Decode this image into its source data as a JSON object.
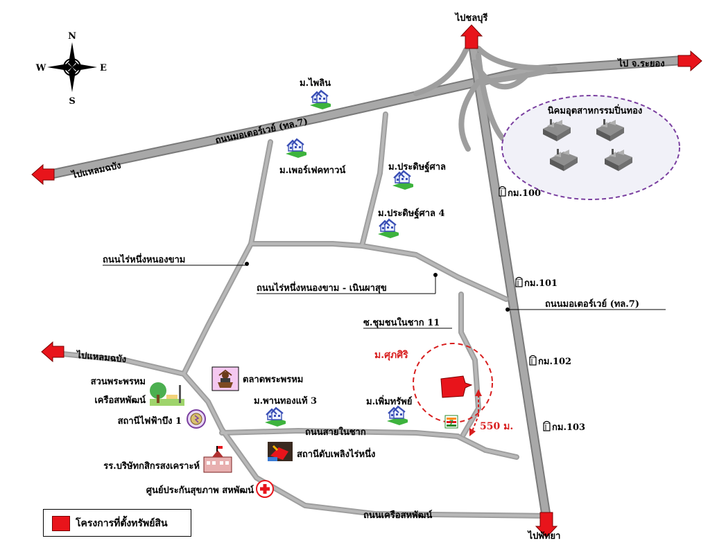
{
  "compass": {
    "n": "N",
    "s": "S",
    "e": "E",
    "w": "W"
  },
  "destinations": {
    "chonburi": "ไปชลบุรี",
    "rayong": "ไป จ.ระยอง",
    "laem_chabang_top": "ไปแหลมฉบัง",
    "laem_chabang_mid": "ไปแหลมฉบัง",
    "pattaya": "ไปพัทยา"
  },
  "roads": {
    "motorway_upper": "ถนนมอเตอร์เวย์ (ทล.7)",
    "motorway_right": "ถนนมอเตอร์เวย์ (ทล.7)",
    "rai_nueng_nong_kham": "ถนนไร่หนึ่งหนองขาม",
    "rai_nueng_noen_pha_suk": "ถนนไร่หนึ่งหนองขาม - เนินผาสุข",
    "soi_chumchon_nai_chak": "ซ.ชุมชนในชาก 11",
    "sai_nai_chak": "ถนนสายในชาก",
    "khruea_sahaphat": "ถนนเครือสหพัฒน์"
  },
  "km_markers": [
    "กม.100",
    "กม.101",
    "กม.102",
    "กม.103"
  ],
  "villages": {
    "phailin": "ม.ไพลิน",
    "perfect_town": "ม.เพอร์เฟคทาวน์",
    "pradit_sala": "ม.ประดิษฐ์ศาล",
    "pradit_sala_4": "ม.ประดิษฐ์ศาล 4",
    "phan_thong_thae_3": "ม.พานทองแท้ 3",
    "phoem_sap": "ม.เพิ่มทรัพย์",
    "suphasiri": "ม.ศุภศิริ"
  },
  "industrial_estate": "นิคมอุตสาหกรรมปิ่นทอง",
  "landmarks": {
    "market": "ตลาดพระพรหม",
    "park_line1": "สวนพระพรหม",
    "park_line2": "เครือสหพัฒน์",
    "substation": "สถานีไฟฟ้าบึง 1",
    "school": "รร.บริษัทกสิกรสงเคราะห์",
    "fire_station": "สถานีดับเพลิงไร่หนึ่ง",
    "health_center": "ศูนย์ประกันสุขภาพ สหพัฒน์"
  },
  "distance": "550 ม.",
  "legend": {
    "label": "โครงการที่ตั้งทรัพย์สิน"
  },
  "colors": {
    "road": "#9e9e9e",
    "arrow": "#e8141b",
    "property": "#e8141b",
    "estate_border": "#7a3fa0",
    "house_green": "#3db33d",
    "house_blue": "#3a4fb5"
  }
}
